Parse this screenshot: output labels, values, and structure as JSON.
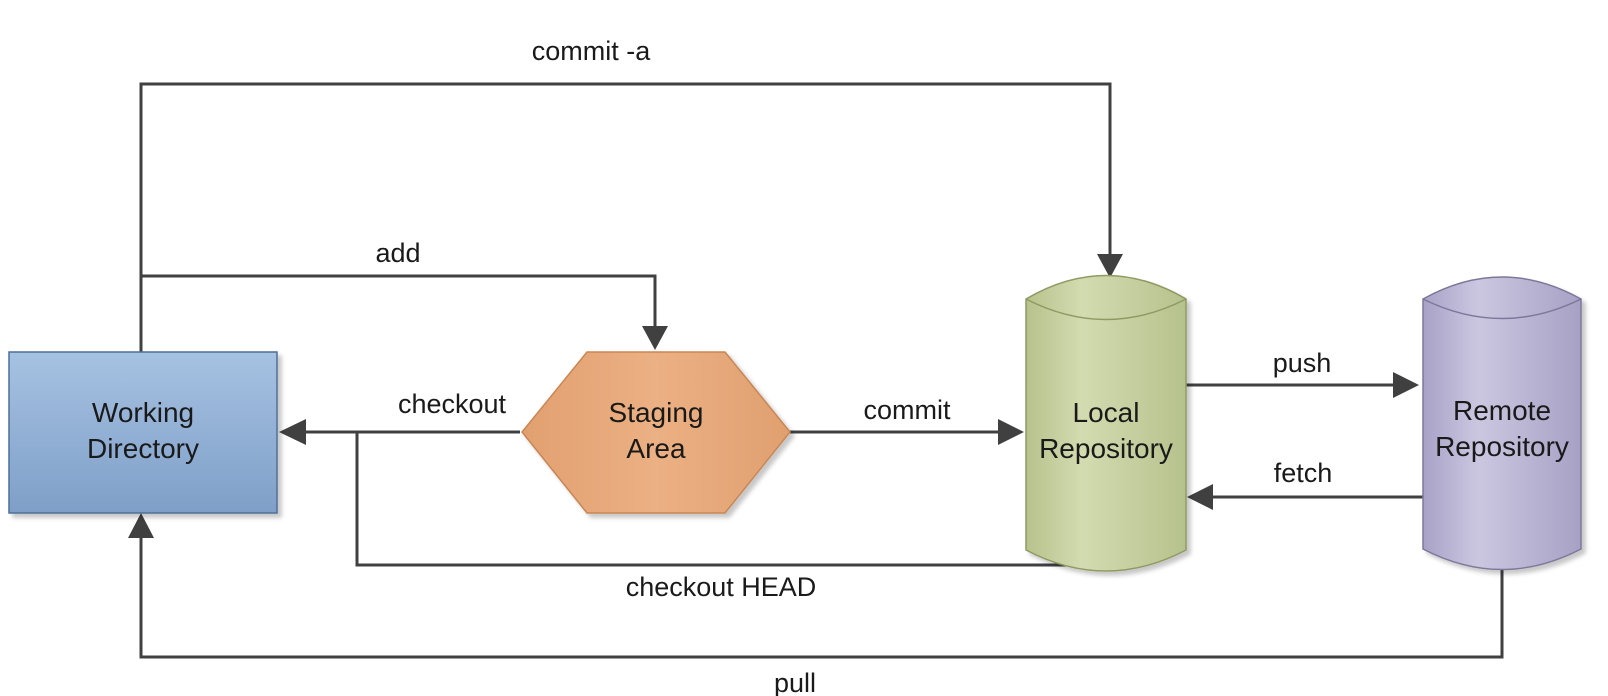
{
  "nodes": {
    "working": {
      "line1": "Working",
      "line2": "Directory",
      "color": "#8eb0d7"
    },
    "staging": {
      "line1": "Staging",
      "line2": "Area",
      "color": "#e8a878"
    },
    "local": {
      "line1": "Local",
      "line2": "Repository",
      "color": "#c6d09f"
    },
    "remote": {
      "line1": "Remote",
      "line2": "Repository",
      "color": "#b7b2d1"
    }
  },
  "edges": {
    "commit_a": "commit -a",
    "add": "add",
    "checkout": "checkout",
    "commit": "commit",
    "push": "push",
    "fetch": "fetch",
    "checkout_head": "checkout HEAD",
    "pull": "pull"
  },
  "colors": {
    "arrow": "#404040",
    "working_edge": "#4d6f98",
    "staging_edge": "#c98655",
    "local_edge": "#8f9a63",
    "remote_edge": "#7d7899"
  }
}
